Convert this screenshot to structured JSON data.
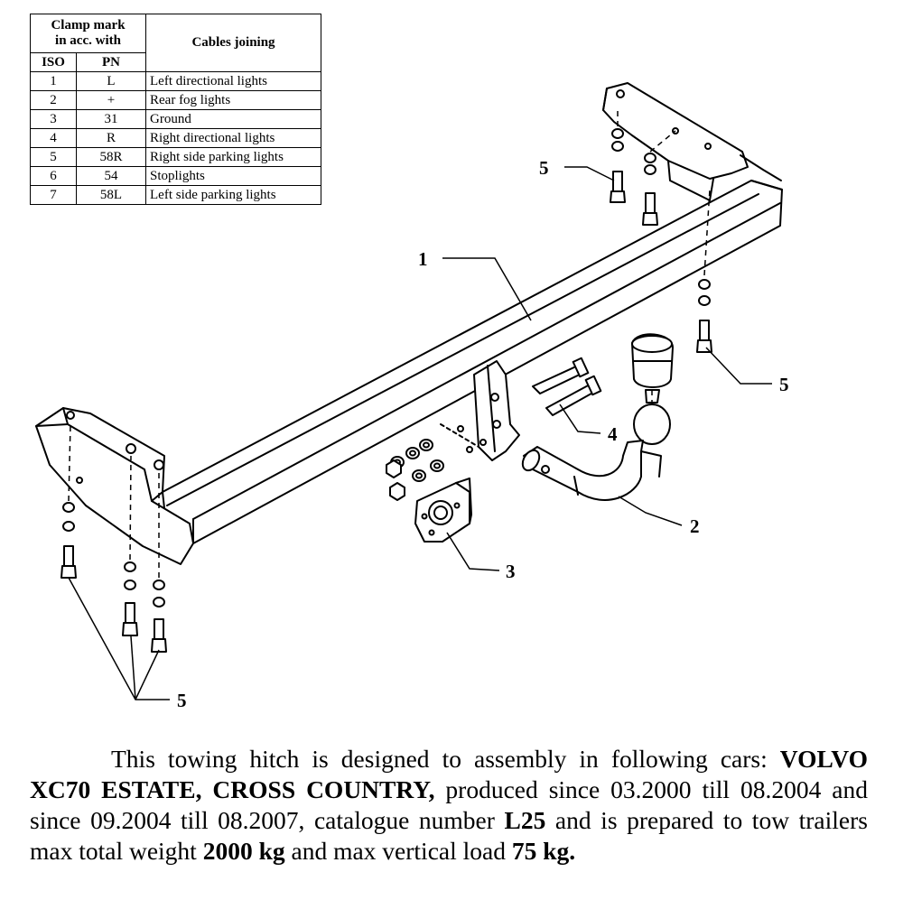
{
  "table": {
    "header": {
      "clamp_line1": "Clamp mark",
      "clamp_line2": "in acc. with",
      "iso": "ISO",
      "pn": "PN",
      "cables": "Cables joining"
    },
    "rows": [
      {
        "iso": "1",
        "pn": "L",
        "desc": "Left directional lights"
      },
      {
        "iso": "2",
        "pn": "+",
        "desc": "Rear fog lights"
      },
      {
        "iso": "3",
        "pn": "31",
        "desc": "Ground"
      },
      {
        "iso": "4",
        "pn": "R",
        "desc": "Right directional lights"
      },
      {
        "iso": "5",
        "pn": "58R",
        "desc": "Right side parking lights"
      },
      {
        "iso": "6",
        "pn": "54",
        "desc": "Stoplights"
      },
      {
        "iso": "7",
        "pn": "58L",
        "desc": "Left side parking lights"
      }
    ]
  },
  "callouts": {
    "crossbar": "1",
    "ball": "2",
    "socket_plate": "3",
    "bolts": "4",
    "fasteners_right_top": "5",
    "fasteners_right": "5",
    "fasteners_left": "5"
  },
  "description": {
    "t1": "This towing hitch is designed to assembly in following cars: ",
    "car": "VOLVO XC70 ESTATE, CROSS COUNTRY,",
    "t2": " produced since 03.2000 till 08.2004 and since 09.2004 till 08.2007, catalogue number ",
    "catalogue": "L25",
    "t3": " and is prepared to tow trailers max total weight ",
    "weight": "2000 kg",
    "t4": " and max vertical load ",
    "load": "75 kg.",
    "t5": ""
  }
}
